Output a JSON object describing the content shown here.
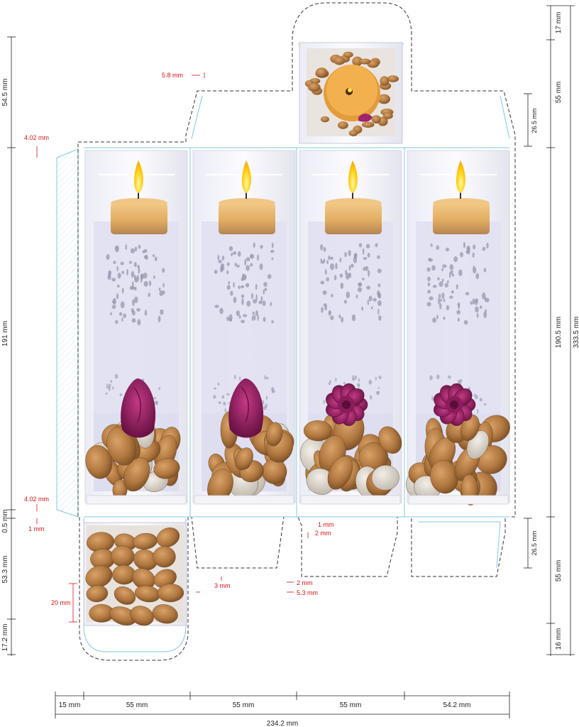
{
  "colors": {
    "cut_line": "#333333",
    "fold_line": "#7cc8e8",
    "dimension_line": "#222222",
    "dimension_red": "#dd1111",
    "sleeve": "#dcdcf0",
    "wax": "#e7b56a",
    "flame": "#ffd21a",
    "stone": "#b47a45",
    "rose": "#a0246a"
  },
  "dimensions": {
    "bottom": {
      "seg1": "15 mm",
      "seg2": "55 mm",
      "seg3": "55 mm",
      "seg4": "55 mm",
      "seg5": "54.2 mm",
      "total": "234.2 mm"
    },
    "left": {
      "top": "54.5 mm",
      "middle": "191 mm",
      "gap": "0.5 mm",
      "lower": "53.3 mm",
      "bottom": "17.2 mm"
    },
    "right": {
      "top_flap": "17 mm",
      "top_lid": "55 mm",
      "body": "190.5 mm",
      "total": "333.5 mm",
      "bottom_lid": "55 mm",
      "bottom_flap": "16 mm"
    },
    "detail": {
      "top_offset": "5.8 mm",
      "glue_top": "4.02 mm",
      "glue_bottom": "4.02 mm",
      "gap_1": "1 mm",
      "inner_top": "26.5 mm",
      "inner_bottom": "26.5 mm",
      "gap_2a": "1 mm",
      "gap_2b": "2 mm",
      "gap_3": "3 mm",
      "gap_2c": "2 mm",
      "gap_53": "5.3 mm",
      "depth_20": "20 mm"
    }
  }
}
